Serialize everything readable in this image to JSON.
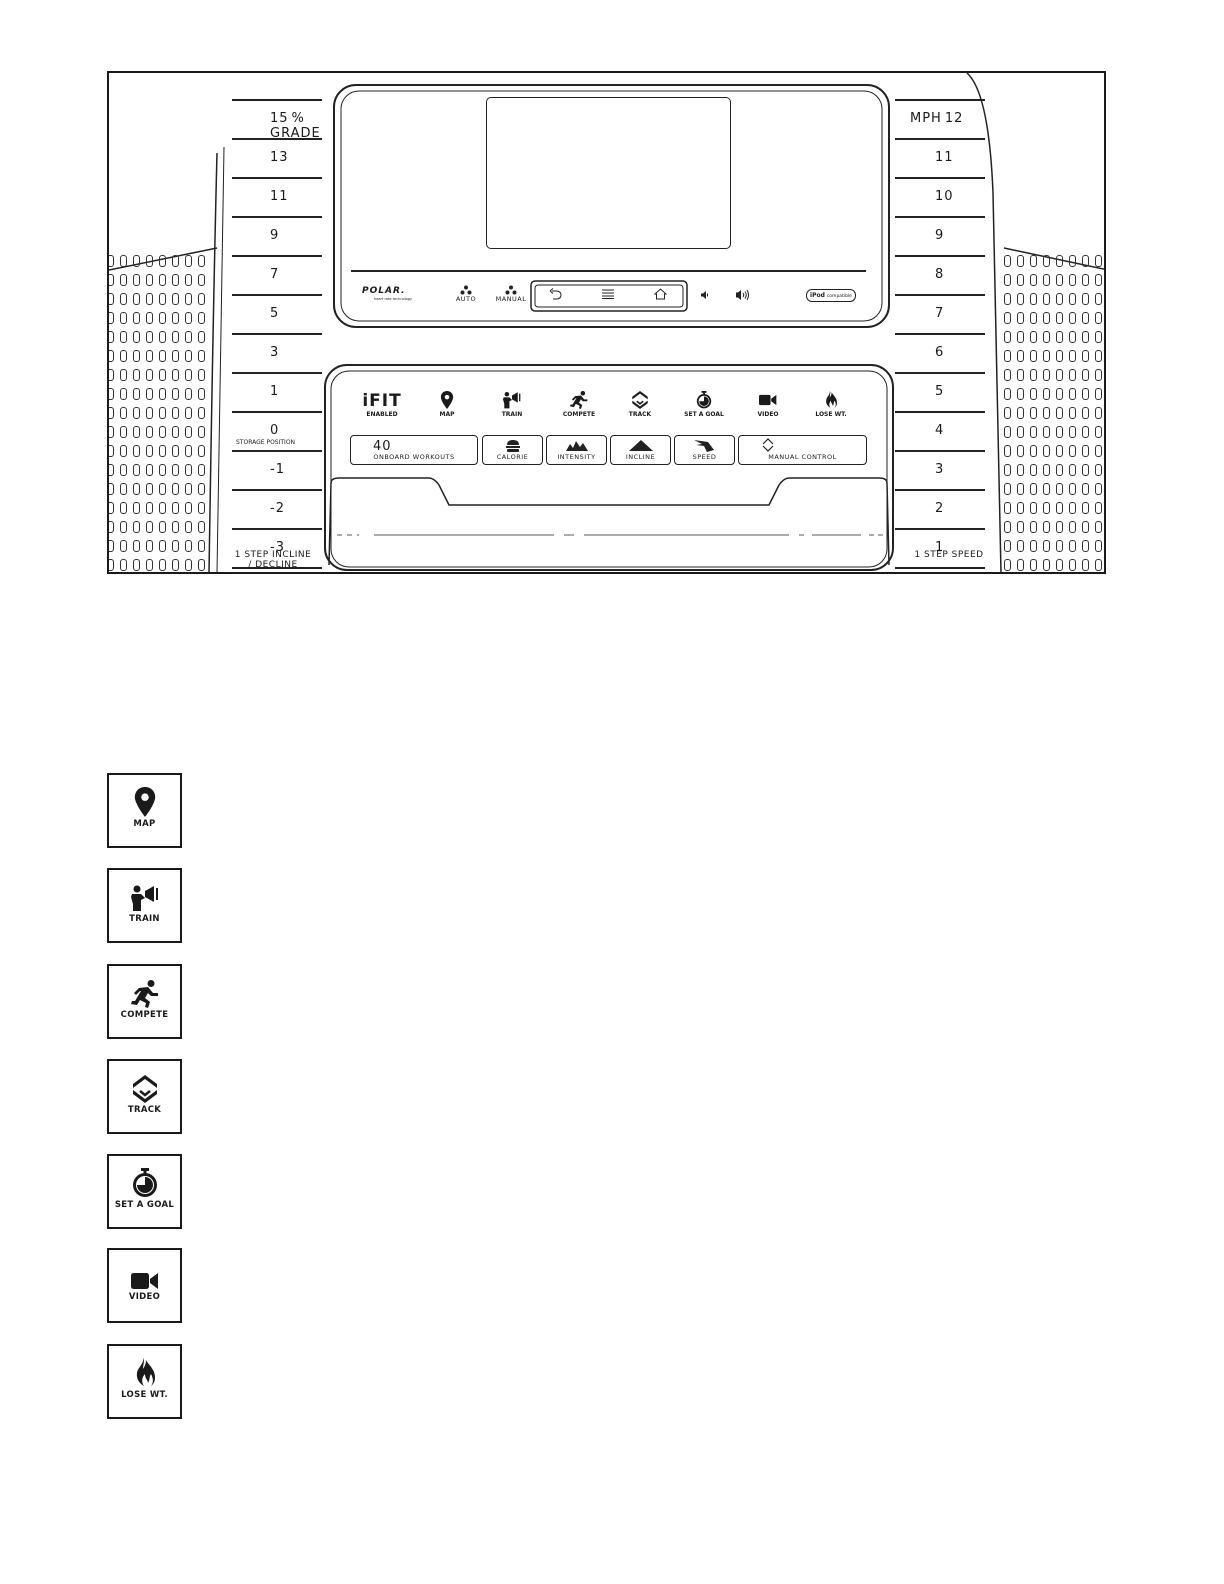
{
  "incline_scale": {
    "ticks": [
      "15",
      "13",
      "11",
      "9",
      "7",
      "5",
      "3",
      "1",
      "0",
      "-1",
      "-2",
      "-3"
    ],
    "unit": "% GRADE",
    "storage_label": "STORAGE POSITION",
    "step_label_line1": "1 STEP INCLINE",
    "step_label_line2": "/ DECLINE"
  },
  "speed_scale": {
    "ticks": [
      "12",
      "11",
      "10",
      "9",
      "8",
      "7",
      "6",
      "5",
      "4",
      "3",
      "2",
      "1"
    ],
    "unit": "MPH",
    "step_label": "1 STEP SPEED"
  },
  "upper_console": {
    "brand": "POLAR.",
    "brand_tagline": "heart rate technology",
    "fan_auto": "AUTO",
    "fan_manual": "MANUAL",
    "ipod": "iPod",
    "ipod_suffix": "compatible"
  },
  "ifit_buttons": [
    {
      "label": "MAP",
      "icon": "map-pin-icon"
    },
    {
      "label": "TRAIN",
      "icon": "trainer-megaphone-icon"
    },
    {
      "label": "COMPETE",
      "icon": "runner-icon"
    },
    {
      "label": "TRACK",
      "icon": "track-arrows-icon"
    },
    {
      "label": "SET A GOAL",
      "icon": "stopwatch-icon"
    },
    {
      "label": "VIDEO",
      "icon": "video-camera-icon"
    },
    {
      "label": "LOSE WT.",
      "icon": "flame-icon"
    }
  ],
  "ifit_logo": {
    "text": "iFIT",
    "sub": "ENABLED"
  },
  "workout_buttons": [
    {
      "number": "40",
      "label": "ONBOARD WORKOUTS"
    },
    {
      "label": "CALORIE",
      "icon": "burger-icon"
    },
    {
      "label": "INTENSITY",
      "icon": "peaks-icon"
    },
    {
      "label": "INCLINE",
      "icon": "mountain-icon"
    },
    {
      "label": "SPEED",
      "icon": "wing-icon"
    },
    {
      "label": "MANUAL CONTROL",
      "icon": "diamond-icon"
    }
  ],
  "legend": [
    "MAP",
    "TRAIN",
    "COMPETE",
    "TRACK",
    "SET A GOAL",
    "VIDEO",
    "LOSE WT."
  ]
}
